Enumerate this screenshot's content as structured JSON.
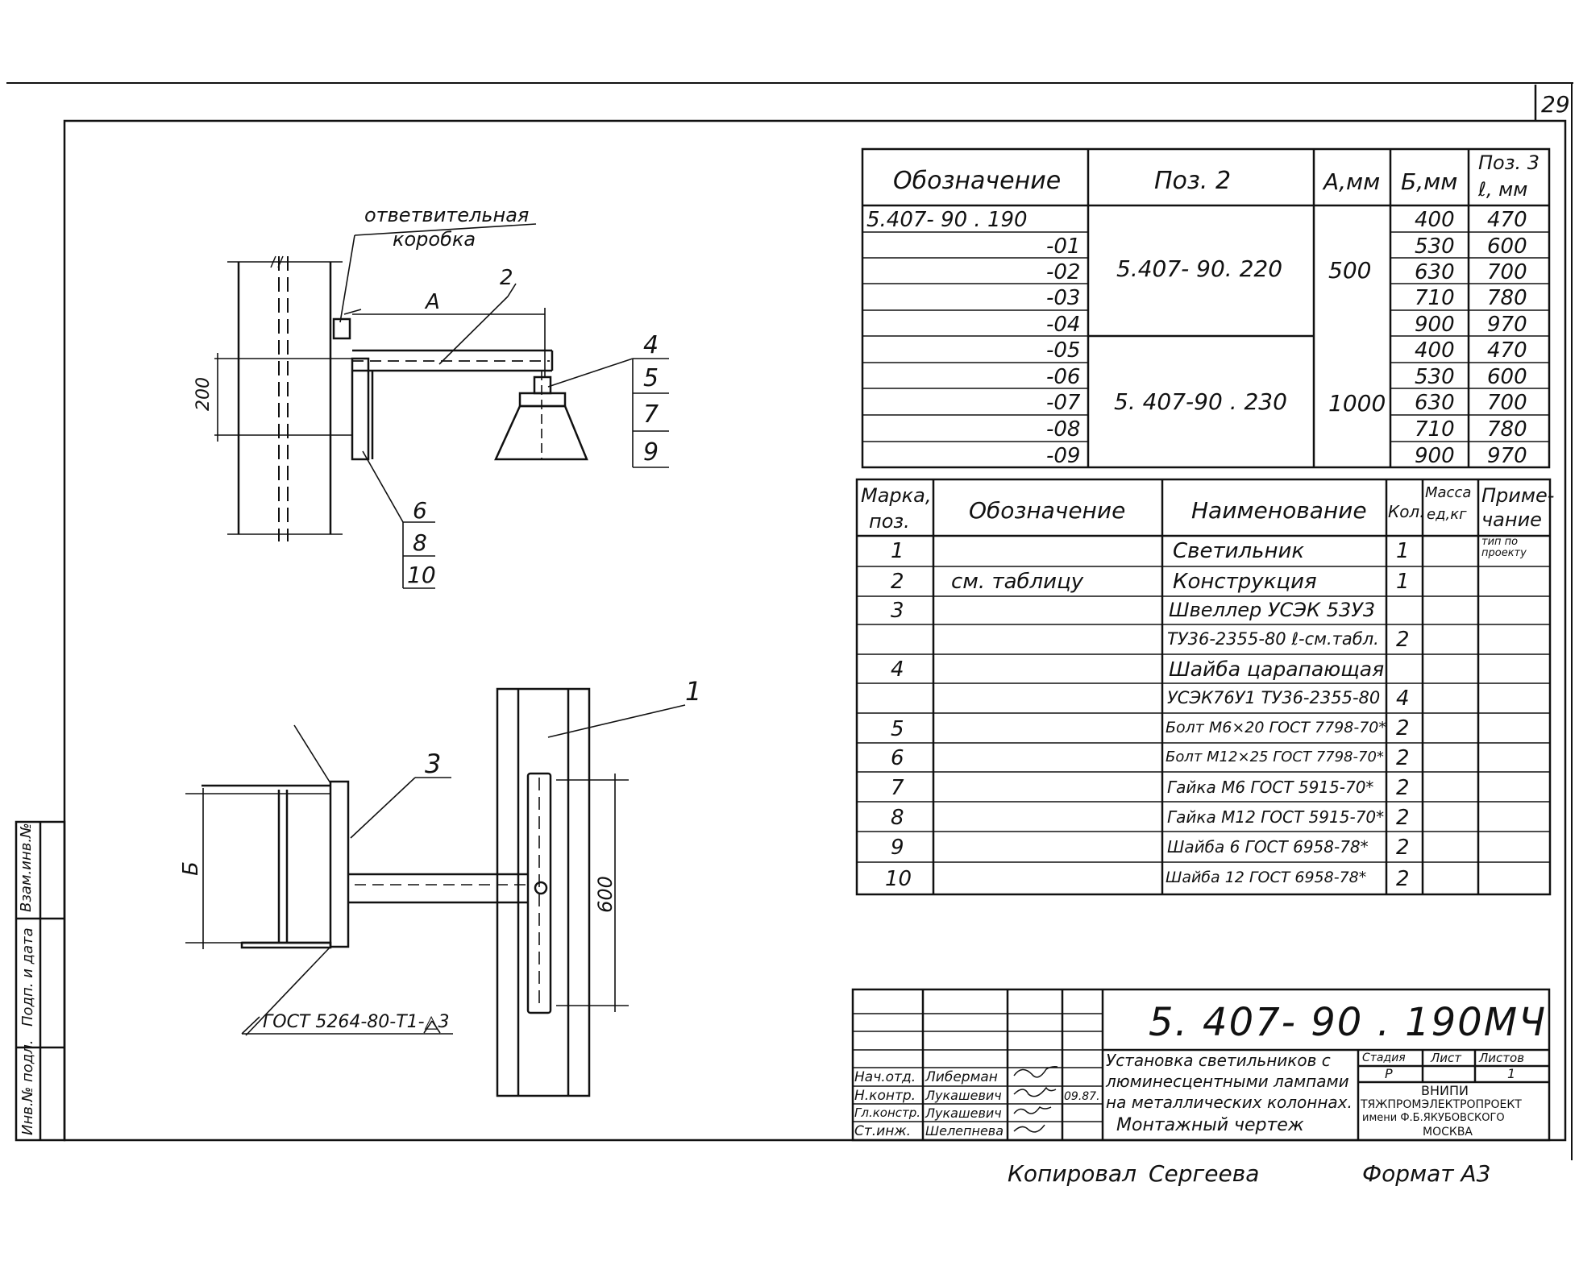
{
  "page_number": "29",
  "drawing_labels": {
    "junction_box_line1": "ответвительная",
    "junction_box_line2": "коробка",
    "dim_A": "A",
    "dim_200": "200",
    "dim_B": "Б",
    "dim_600": "600",
    "pos_2": "2",
    "pos_4": "4",
    "pos_5": "5",
    "pos_7": "7",
    "pos_9": "9",
    "pos_6": "6",
    "pos_8": "8",
    "pos_10": "10",
    "pos_3": "3",
    "pos_1": "1",
    "weld_note": "ГОСТ 5264-80-Т1-△3"
  },
  "variants_table": {
    "headers": [
      "Обозначение",
      "Поз. 2",
      "А,мм",
      "Б,мм",
      "Поз. 3",
      "ℓ, мм"
    ],
    "base": "5.407- 90 . 190",
    "suffixes": [
      "-01",
      "-02",
      "-03",
      "-04",
      "-05",
      "-06",
      "-07",
      "-08",
      "-09"
    ],
    "pos2_a": "5.407- 90. 220",
    "pos2_b": "5. 407-90 . 230",
    "a_a": "500",
    "a_b": "1000",
    "b_values": [
      "400",
      "530",
      "630",
      "710",
      "900",
      "400",
      "530",
      "630",
      "710",
      "900"
    ],
    "l_values": [
      "470",
      "600",
      "700",
      "780",
      "970",
      "470",
      "600",
      "700",
      "780",
      "970"
    ]
  },
  "spec_table": {
    "h_mark_1": "Марка,",
    "h_mark_2": "поз.",
    "h_desig": "Обозначение",
    "h_name": "Наименование",
    "h_qty": "Кол.",
    "h_mass_1": "Масса",
    "h_mass_2": "ед,кг",
    "h_note_1": "Приме-",
    "h_note_2": "чание",
    "rows": [
      {
        "pos": "1",
        "desig": "",
        "name": "Светильник",
        "qty": "1",
        "note": "тип по проекту"
      },
      {
        "pos": "2",
        "desig": "см. таблицу",
        "name": "Конструкция",
        "qty": "1",
        "note": ""
      },
      {
        "pos": "3",
        "desig": "",
        "name": "Швеллер УСЭК 53У3",
        "qty": "",
        "note": ""
      },
      {
        "pos": "",
        "desig": "",
        "name": "ТУ36-2355-80 ℓ-см.табл.",
        "qty": "2",
        "note": ""
      },
      {
        "pos": "4",
        "desig": "",
        "name": "Шайба царапающая",
        "qty": "",
        "note": ""
      },
      {
        "pos": "",
        "desig": "",
        "name": "УСЭК76У1 ТУ36-2355-80",
        "qty": "4",
        "note": ""
      },
      {
        "pos": "5",
        "desig": "",
        "name": "Болт М6×20 ГОСТ 7798-70*",
        "qty": "2",
        "note": ""
      },
      {
        "pos": "6",
        "desig": "",
        "name": "Болт М12×25 ГОСТ 7798-70*",
        "qty": "2",
        "note": ""
      },
      {
        "pos": "7",
        "desig": "",
        "name": "Гайка М6 ГОСТ 5915-70*",
        "qty": "2",
        "note": ""
      },
      {
        "pos": "8",
        "desig": "",
        "name": "Гайка М12 ГОСТ 5915-70*",
        "qty": "2",
        "note": ""
      },
      {
        "pos": "9",
        "desig": "",
        "name": "Шайба 6 ГОСТ 6958-78*",
        "qty": "2",
        "note": ""
      },
      {
        "pos": "10",
        "desig": "",
        "name": "Шайба 12 ГОСТ 6958-78*",
        "qty": "2",
        "note": ""
      }
    ]
  },
  "title_block": {
    "code": "5. 407- 90 . 190МЧ",
    "title_lines": [
      "Установка светильников с",
      "люминесцентными лампами",
      "на металлических колоннах.",
      "Монтажный чертеж"
    ],
    "stage_h": "Стадия",
    "sheet_h": "Лист",
    "sheets_h": "Листов",
    "stage": "Р",
    "sheets": "1",
    "roles": [
      "Нач.отд.",
      "Н.контр.",
      "Гл.констр.",
      "Ст.инж."
    ],
    "names": [
      "Либерман",
      "Лукашевич",
      "Лукашевич",
      "Шелепнева"
    ],
    "date": "09.87.",
    "org_lines": [
      "ВНИПИ",
      "ТЯЖПРОМЭЛЕКТРОПРОЕКТ",
      "имени Ф.Б.ЯКУБОВСКОГО",
      "МОСКВА"
    ]
  },
  "margin_labels": [
    "Взам.инв.№",
    "Подп. и дата",
    "Инв.№ подл."
  ],
  "footer": {
    "copied": "Копировал",
    "copier": "Сергеева",
    "format": "Формат А3"
  }
}
